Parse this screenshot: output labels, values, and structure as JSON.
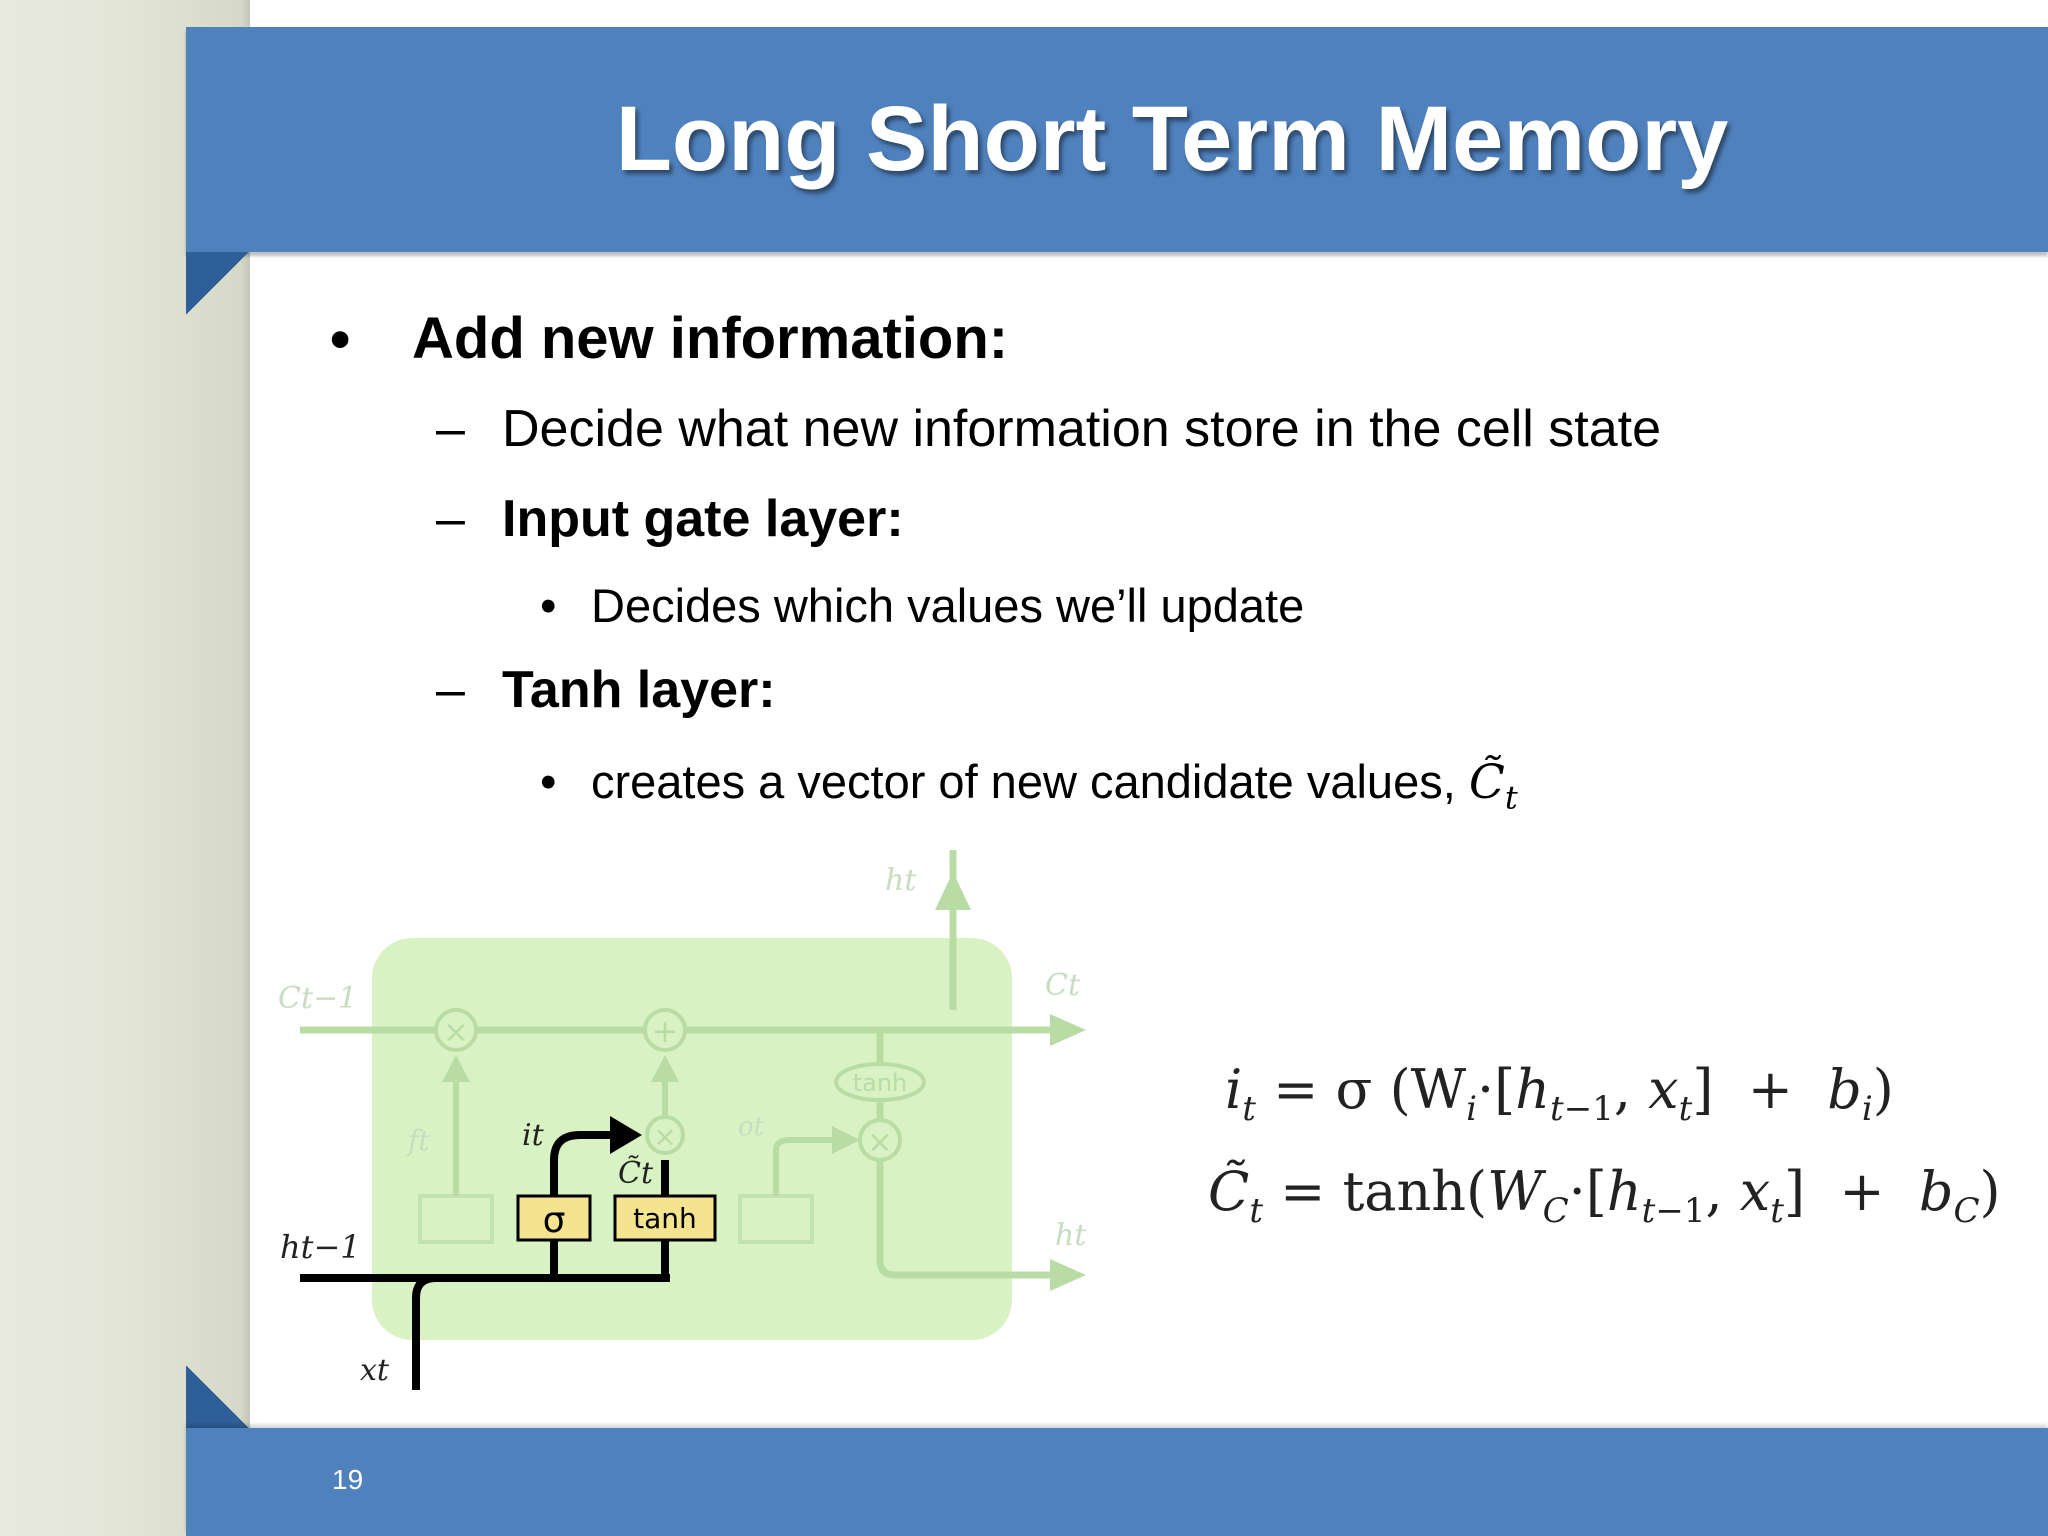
{
  "slide": {
    "title": "Long Short Term Memory",
    "page_number": "19"
  },
  "bullets": [
    {
      "level": 1,
      "marker": "•",
      "text": "Add new information:"
    },
    {
      "level": 2,
      "marker": "–",
      "text": "Decide what new information store in the cell state"
    },
    {
      "level": 2,
      "marker": "–",
      "text": "Input gate layer:"
    },
    {
      "level": 3,
      "marker": "•",
      "text": "Decides which values we’ll update"
    },
    {
      "level": 2,
      "marker": "–",
      "text": "Tanh layer:"
    },
    {
      "level": 3,
      "marker": "•",
      "text": "creates a vector of new candidate values,",
      "math": "C̃"
    }
  ],
  "diagram": {
    "labels": {
      "h_t_top": "ht",
      "c_prev": "Ct−1",
      "c_t": "Ct",
      "h_prev": "ht−1",
      "x_t": "xt",
      "h_t_right": "ht",
      "i_t": "it",
      "c_tilde": "C̃t",
      "f_t": "ft",
      "o_t": "ot",
      "sigma": "σ",
      "tanh": "tanh",
      "tanh_faded": "tanh",
      "times": "×",
      "plus": "+"
    }
  },
  "equations": {
    "eq1": {
      "lhs": "i",
      "lhs_sub": "t",
      "rhs": "= σ (W"
    },
    "eq2": {
      "lhs": "C̃",
      "lhs_sub": "t"
    }
  },
  "colors": {
    "brand_blue": "#4f81bd",
    "dark_blue": "#2f5f99",
    "diagram_green": "#d9f2c4",
    "gate_yellow": "#f4e38f"
  }
}
